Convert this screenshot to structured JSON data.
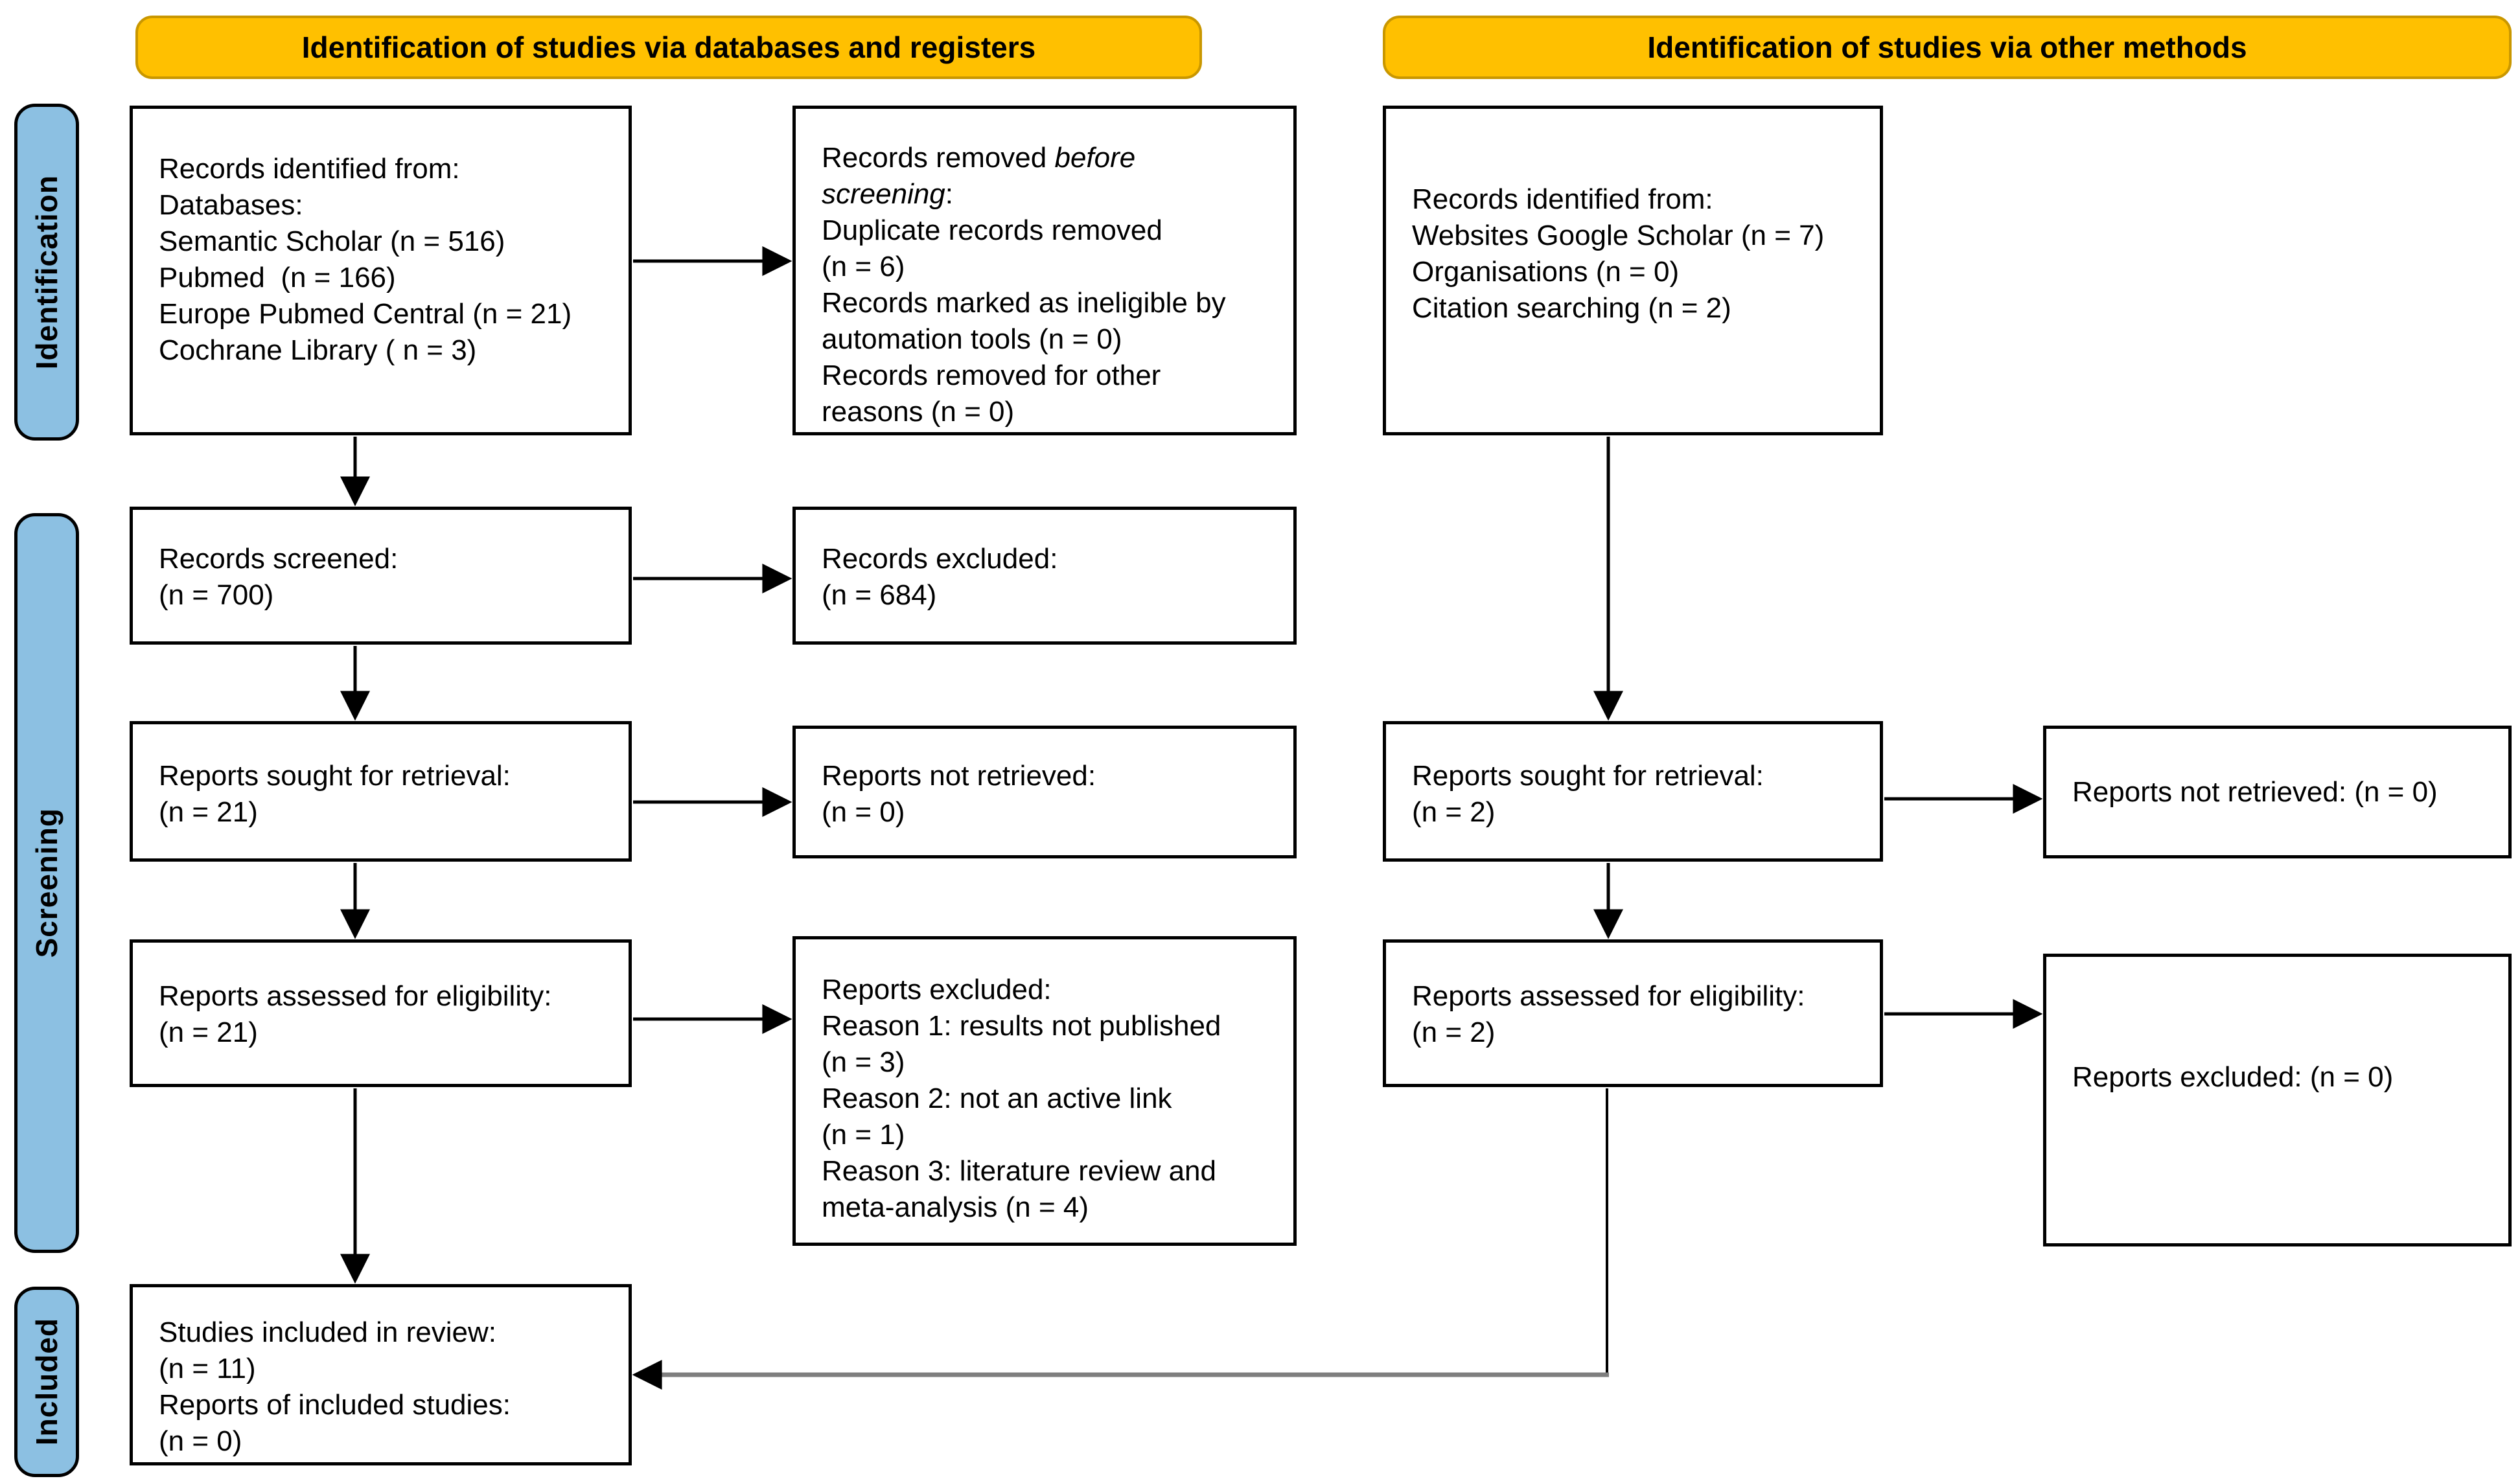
{
  "title": "PRISMA 2020 flow diagram",
  "colors": {
    "header_bg": "#FFC000",
    "header_border": "#C99700",
    "side_bg": "#8CC0E2",
    "box_border": "#000000",
    "connector_gray": "#7F7F7F"
  },
  "headers": {
    "left": "Identification of studies via databases and registers",
    "right": "Identification of studies via other methods"
  },
  "side_labels": {
    "identification": "Identification",
    "screening": "Screening",
    "included": "Included"
  },
  "boxes": {
    "db_identified": "Records identified from:\nDatabases:\nSemantic Scholar (n = 516)\nPubmed  (n = 166)\nEurope Pubmed Central (n = 21)\nCochrane Library ( n = 3)",
    "removed_before": {
      "prefix": "Records removed ",
      "italic": "before\nscreening",
      "suffix": ":",
      "rest": "Duplicate records removed\n(n = 6)\nRecords marked as ineligible by\nautomation tools (n = 0)\nRecords removed for other\nreasons (n = 0)"
    },
    "other_identified": "Records identified from:\nWebsites Google Scholar (n = 7)\nOrganisations (n = 0)\nCitation searching (n = 2)",
    "records_screened": "Records screened:\n(n = 700)",
    "records_excluded": "Records excluded:\n(n = 684)",
    "reports_sought_db": "Reports sought for retrieval:\n(n = 21)",
    "reports_not_retrieved_db": "Reports not retrieved:\n(n = 0)",
    "reports_sought_other": "Reports sought for retrieval:\n(n = 2)",
    "reports_not_retrieved_other": "Reports not retrieved: (n = 0)",
    "reports_assessed_db": "Reports assessed for eligibility:\n(n = 21)",
    "reports_excluded_reasons": "Reports excluded:\nReason 1: results not published\n(n = 3)\nReason 2: not an active link\n(n = 1)\nReason 3: literature review and\nmeta-analysis (n = 4)",
    "reports_assessed_other": "Reports assessed for eligibility:\n(n = 2)",
    "reports_excluded_other": "Reports excluded: (n = 0)",
    "included_studies": "Studies included in review:\n(n = 11)\nReports of included studies:\n(n = 0)"
  }
}
